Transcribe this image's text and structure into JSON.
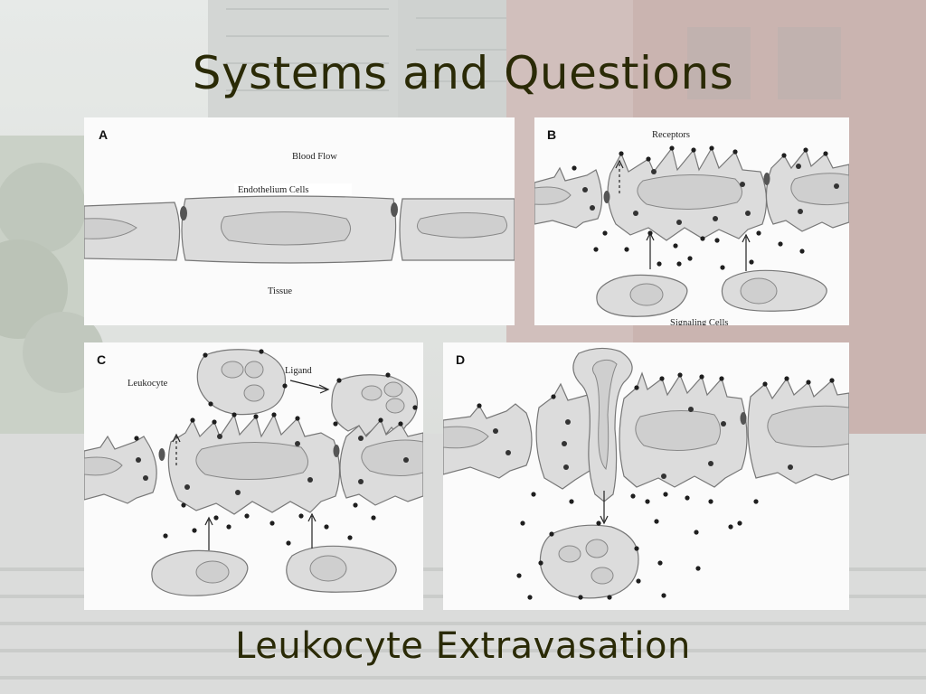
{
  "slide": {
    "title": "Systems and Questions",
    "caption": "Leukocyte Extravasation"
  },
  "panels": {
    "a": {
      "letter": "A",
      "labels": {
        "blood_flow": "Blood Flow",
        "endothelium": "Endothelium Cells",
        "tissue": "Tissue"
      }
    },
    "b": {
      "letter": "B",
      "labels": {
        "receptors": "Receptors",
        "signaling": "Signaling Cells"
      }
    },
    "c": {
      "letter": "C",
      "labels": {
        "leukocyte": "Leukocyte",
        "ligand": "Ligand"
      }
    },
    "d": {
      "letter": "D"
    }
  },
  "colors": {
    "title_text": "#2a2a06",
    "cell_fill": "#dcdcdc",
    "cell_stroke": "#777777",
    "dot": "#1e1e1e"
  }
}
